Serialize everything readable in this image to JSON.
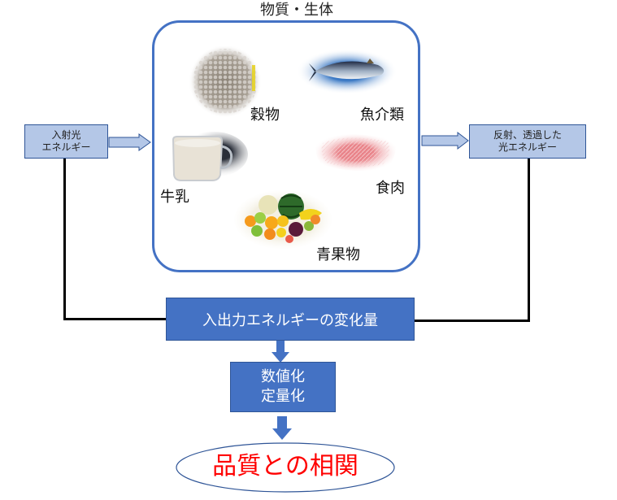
{
  "title": "物質・生体",
  "input_box": {
    "line1": "入射光",
    "line2": "エネルギー"
  },
  "output_box": {
    "line1": "反射、透過した",
    "line2": "光エネルギー"
  },
  "items": {
    "grain": "穀物",
    "fish": "魚介類",
    "milk": "牛乳",
    "meat": "食肉",
    "produce": "青果物"
  },
  "change_box": "入出力エネルギーの変化量",
  "quantify_box": {
    "line1": "数値化",
    "line2": "定量化"
  },
  "result": "品質との相関",
  "colors": {
    "accent": "#4472c4",
    "light_box": "#b4c7e7",
    "result_text": "#ff0000"
  }
}
